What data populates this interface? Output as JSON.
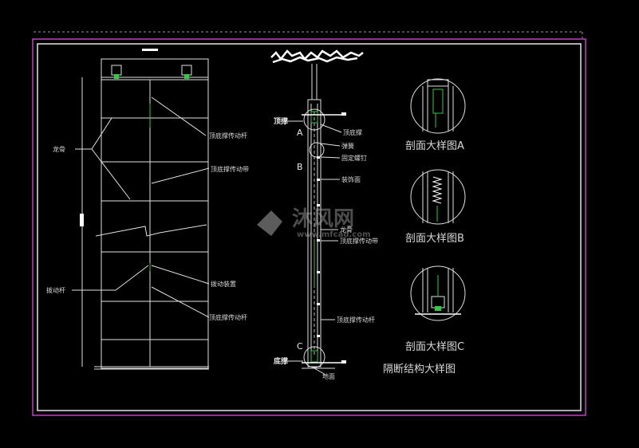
{
  "labels": {
    "longgu": "龙骨",
    "bodong_gan": "拨动杆",
    "top_rod_1": "顶底撑传动杆",
    "top_belt_1": "顶底撑传动带",
    "bodong_zhuangzhi": "拨动装置",
    "top_rod_2": "顶底撑传动杆",
    "dingcheng": "顶撑",
    "dicheng": "底撑",
    "dingdicheng": "顶底撑",
    "tanhuang": "弹簧",
    "guding_luoding": "固定螺钉",
    "zhuangshimian": "装饰面",
    "longgu_mid": "龙骨",
    "top_belt_2": "顶底撑传动带",
    "top_rod_3": "顶底撑传动杆",
    "dimian": "地面",
    "marker_a": "A",
    "marker_b": "B",
    "marker_c": "C",
    "section_a": "剖面大样图A",
    "section_b": "剖面大样图B",
    "section_c": "剖面大样图C",
    "main_title": "隔断结构大样图"
  },
  "watermark": {
    "brand": "沐风网",
    "url": "www.mfcad.com"
  },
  "colors": {
    "background": "#000000",
    "frame": "#c040c0",
    "lines": "#e0e0e0",
    "accent": "#2ecc40"
  }
}
